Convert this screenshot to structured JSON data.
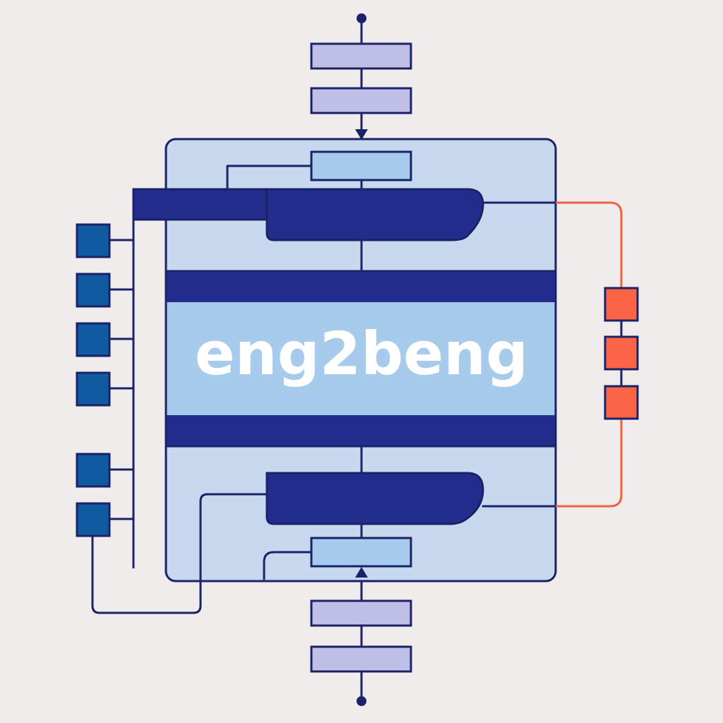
{
  "diagram": {
    "title": "eng2beng"
  },
  "colors": {
    "background": "#f1ecec",
    "outline": "#1a2268",
    "panel": "#c6d9ef",
    "center_band": "#a7cbea",
    "dark_block": "#232d8c",
    "io_box": "#c0c0e6",
    "inner_box": "#a7cbea",
    "blue_node": "#0f5aa0",
    "orange_node": "#fb6545",
    "orange_wire": "#f4613f",
    "title_text": "#ffffff"
  },
  "icons": {
    "top_terminal": "filled-circle",
    "bottom_terminal": "filled-circle",
    "top_arrow": "arrow-down",
    "bottom_arrow": "arrow-up"
  }
}
